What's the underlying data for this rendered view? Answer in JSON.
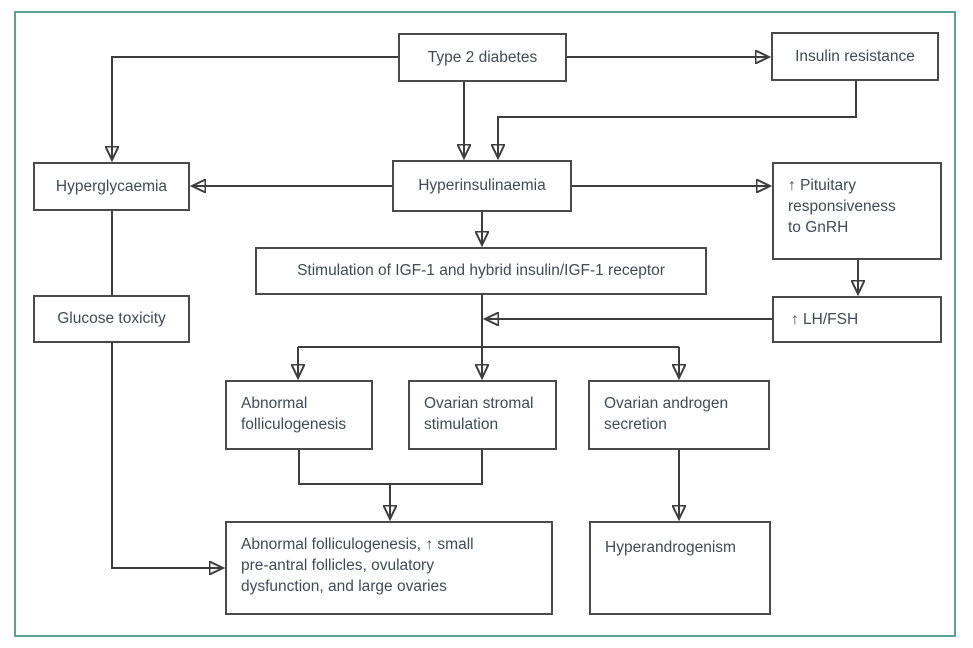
{
  "figure": {
    "description": "Flow diagram of mechanisms linking type 2 diabetes to ovarian dysfunction",
    "frame_color": "#5aa294",
    "box_border_color": "#4a4a4a",
    "line_color": "#3d3d3d",
    "text_color": "#414b57",
    "background_color": "#ffffff"
  },
  "nodes": {
    "type2_diabetes": {
      "label": "Type 2 diabetes"
    },
    "insulin_resistance": {
      "label": "Insulin resistance"
    },
    "hyperglycaemia": {
      "label": "Hyperglycaemia"
    },
    "hyperinsulinaemia": {
      "label": "Hyperinsulinaemia"
    },
    "pituitary": {
      "label": "↑ Pituitary\nresponsiveness\nto GnRH"
    },
    "stimulation": {
      "label": "Stimulation of IGF-1 and hybrid insulin/IGF-1 receptor"
    },
    "glucose_toxicity": {
      "label": "Glucose toxicity"
    },
    "lh_fsh": {
      "label": "↑ LH/FSH"
    },
    "abnormal_folliculogenesis": {
      "label": "Abnormal\nfolliculogenesis"
    },
    "ovarian_stromal": {
      "label": "Ovarian stromal\nstimulation"
    },
    "ovarian_androgen": {
      "label": "Ovarian androgen\nsecretion"
    },
    "outcome": {
      "label": "Abnormal folliculogenesis, ↑ small\npre-antral follicles, ovulatory\ndysfunction, and large ovaries"
    },
    "hyperandrogenism": {
      "label": "Hyperandrogenism"
    }
  },
  "edges": [
    {
      "from": "type2_diabetes",
      "to": "insulin_resistance"
    },
    {
      "from": "type2_diabetes",
      "to": "hyperglycaemia"
    },
    {
      "from": "type2_diabetes",
      "to": "hyperinsulinaemia"
    },
    {
      "from": "insulin_resistance",
      "to": "hyperinsulinaemia"
    },
    {
      "from": "hyperinsulinaemia",
      "to": "hyperglycaemia"
    },
    {
      "from": "hyperinsulinaemia",
      "to": "pituitary"
    },
    {
      "from": "hyperinsulinaemia",
      "to": "stimulation"
    },
    {
      "from": "hyperglycaemia",
      "to": "glucose_toxicity"
    },
    {
      "from": "pituitary",
      "to": "lh_fsh"
    },
    {
      "from": "lh_fsh",
      "to": "stimulation_branch"
    },
    {
      "from": "stimulation",
      "to": "abnormal_folliculogenesis"
    },
    {
      "from": "stimulation",
      "to": "ovarian_stromal"
    },
    {
      "from": "stimulation",
      "to": "ovarian_androgen"
    },
    {
      "from": "glucose_toxicity",
      "to": "outcome"
    },
    {
      "from": "abnormal_folliculogenesis",
      "to": "outcome"
    },
    {
      "from": "ovarian_stromal",
      "to": "outcome"
    },
    {
      "from": "ovarian_androgen",
      "to": "hyperandrogenism"
    }
  ]
}
